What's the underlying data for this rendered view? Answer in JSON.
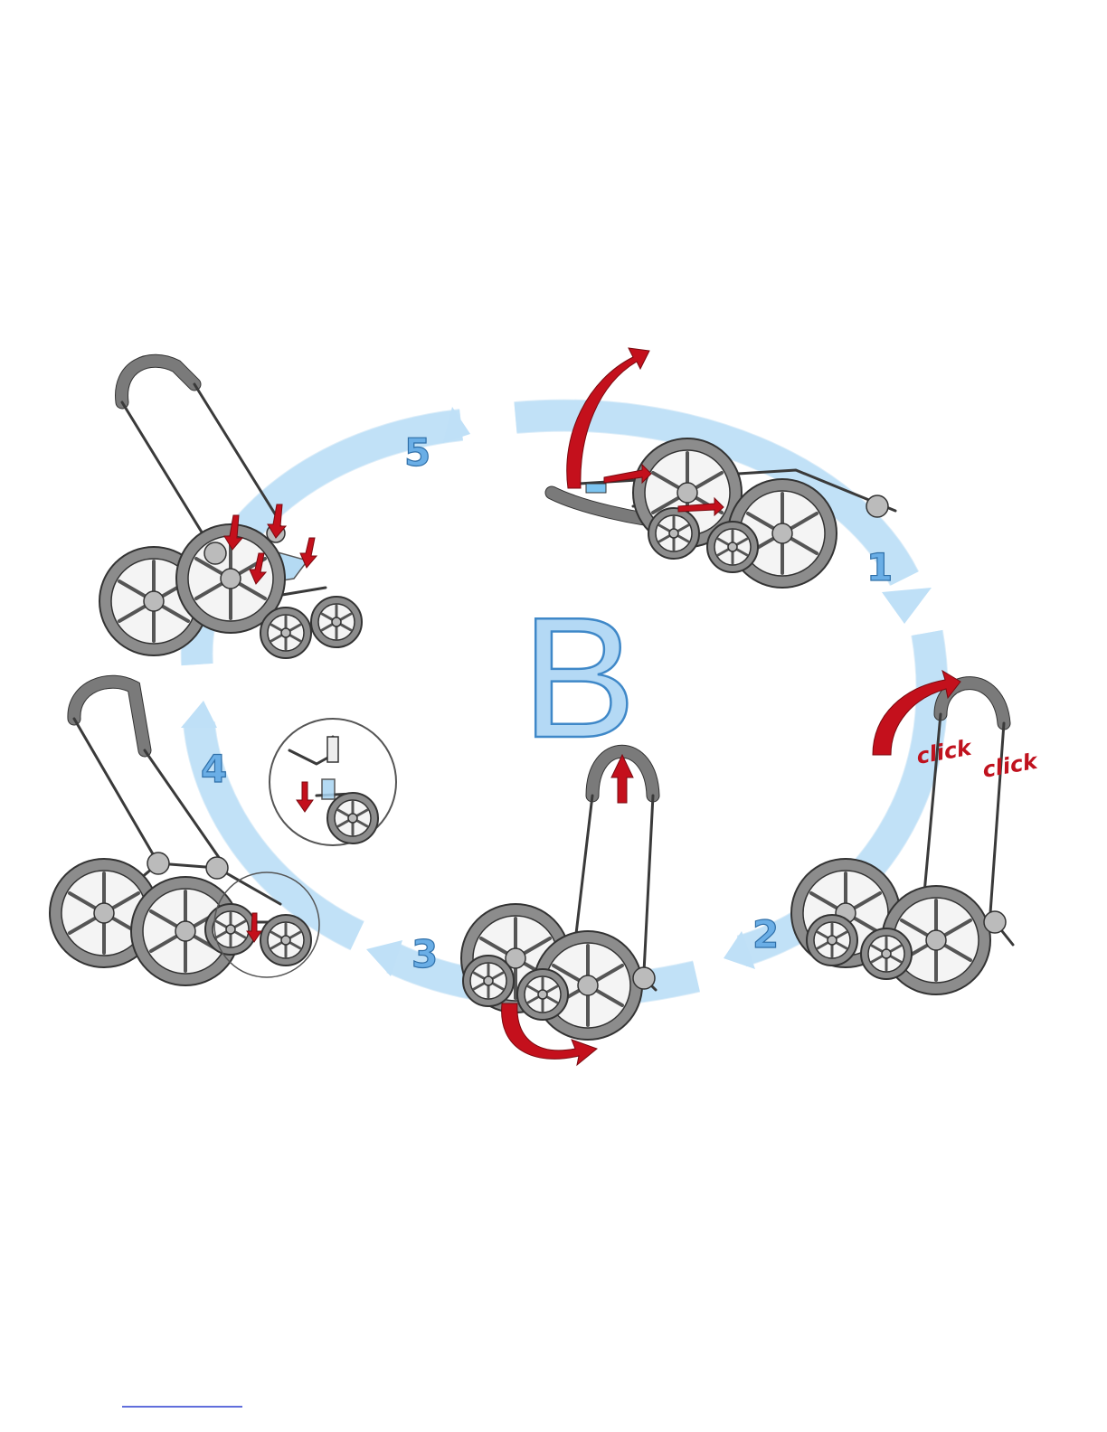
{
  "section_letter": "B",
  "steps": [
    {
      "number": "1"
    },
    {
      "number": "2"
    },
    {
      "number": "3"
    },
    {
      "number": "4"
    },
    {
      "number": "5"
    }
  ],
  "click_labels": [
    "click",
    "click"
  ],
  "colors": {
    "arc_blue": "#bfe0f7",
    "number_blue": "#6aaee6",
    "arrow_red": "#c4101c",
    "frame_dark": "#3a3a3a",
    "tire_gray": "#8c8c8c"
  }
}
